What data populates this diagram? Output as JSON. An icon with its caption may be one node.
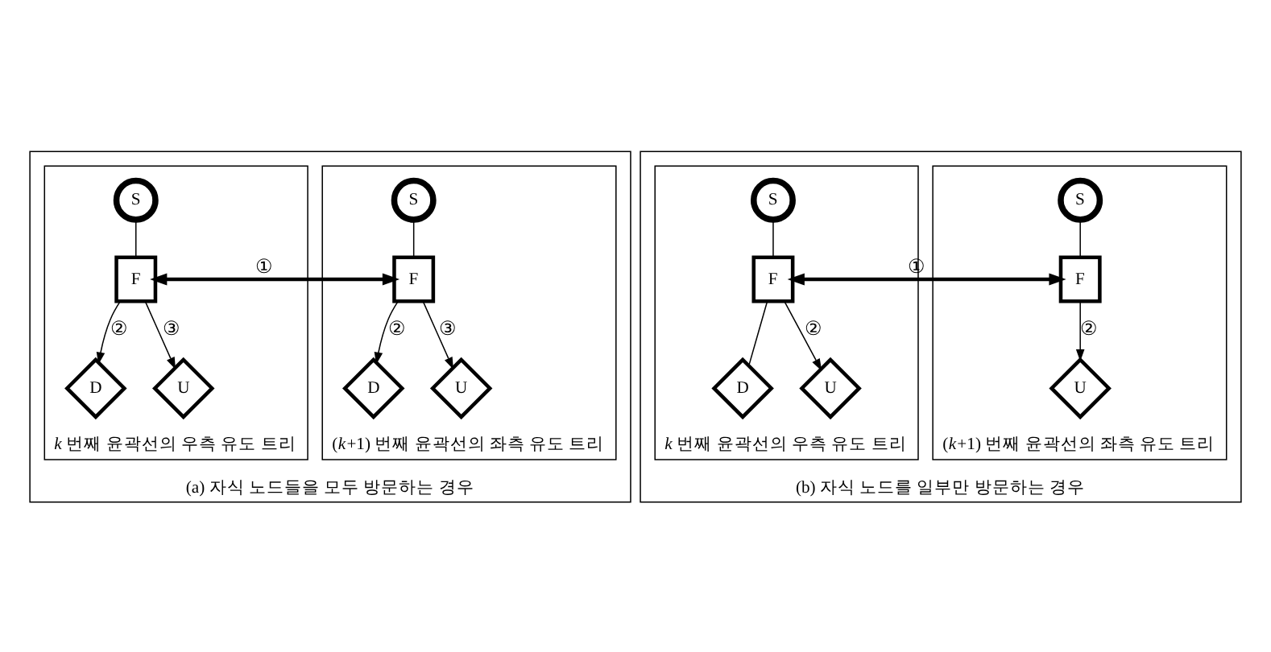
{
  "diagram": {
    "nodes": [
      {
        "text": [
          "(a) 자식 노드들을 모두 방문하는 경우"
        ]
      },
      {
        "text": [
          "*k* 번째 윤곽선의 우측 유도 트리"
        ],
        "in": 0
      },
      {
        "text": [
          "S"
        ],
        "in": 1
      },
      {
        "text": [
          "F"
        ],
        "in": 1
      },
      {
        "text": [
          "D"
        ],
        "in": 1
      },
      {
        "text": [
          "U"
        ],
        "in": 1
      },
      {
        "text": [
          "(*k*+1) 번째 윤곽선의 좌측 유도 트리"
        ],
        "in": 0
      },
      {
        "text": [
          "S"
        ],
        "in": 6
      },
      {
        "text": [
          "F"
        ],
        "in": 6
      },
      {
        "text": [
          "D"
        ],
        "in": 6
      },
      {
        "text": [
          "U"
        ],
        "in": 6
      },
      {
        "text": [
          "(b) 자식 노드를 일부만 방문하는 경우"
        ]
      },
      {
        "text": [
          "*k* 번째 윤곽선의 우측 유도 트리"
        ],
        "in": 11
      },
      {
        "text": [
          "S"
        ],
        "in": 12
      },
      {
        "text": [
          "F"
        ],
        "in": 12
      },
      {
        "text": [
          "D"
        ],
        "in": 12
      },
      {
        "text": [
          "U"
        ],
        "in": 12
      },
      {
        "text": [
          "(*k*+1) 번째 윤곽선의 좌측 유도 트리"
        ],
        "in": 11
      },
      {
        "text": [
          "S"
        ],
        "in": 17
      },
      {
        "text": [
          "F"
        ],
        "in": 17
      },
      {
        "text": [
          "U"
        ],
        "in": 17
      }
    ],
    "edges": [
      {
        "from": 2,
        "to": 3,
        "arrow": "none"
      },
      {
        "from": 3,
        "to": 4,
        "arrow": "to",
        "label": "②"
      },
      {
        "from": 3,
        "to": 5,
        "arrow": "to",
        "label": "③"
      },
      {
        "from": 7,
        "to": 8,
        "arrow": "none"
      },
      {
        "from": 8,
        "to": 9,
        "arrow": "to",
        "label": "②"
      },
      {
        "from": 8,
        "to": 10,
        "arrow": "to",
        "label": "③"
      },
      {
        "from": 3,
        "to": 8,
        "arrow": "both",
        "label": "①",
        "style": "thick"
      },
      {
        "from": 13,
        "to": 14,
        "arrow": "none"
      },
      {
        "from": 14,
        "to": 15,
        "arrow": "none"
      },
      {
        "from": 14,
        "to": 16,
        "arrow": "to",
        "label": "②"
      },
      {
        "from": 18,
        "to": 19,
        "arrow": "none"
      },
      {
        "from": 19,
        "to": 20,
        "arrow": "to",
        "label": "②"
      },
      {
        "from": 14,
        "to": 19,
        "arrow": "both",
        "label": "①",
        "style": "thick"
      }
    ]
  }
}
